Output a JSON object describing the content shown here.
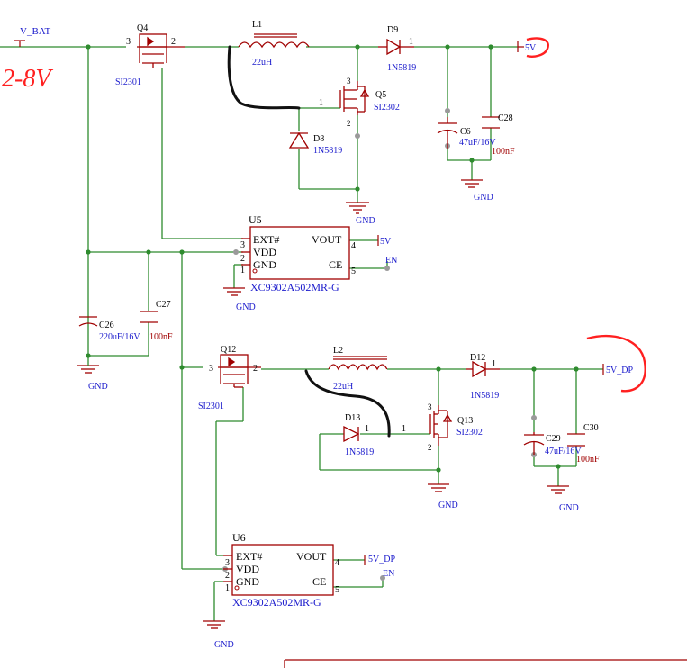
{
  "schematic": {
    "input": {
      "net_label": "V_BAT",
      "voltage_note": "2-8V"
    },
    "converter_top": {
      "pmos": {
        "ref": "Q4",
        "part": "SI2301",
        "pin_left": "3",
        "pin_right": "2"
      },
      "inductor": {
        "ref": "L1",
        "value": "22uH"
      },
      "diode_out": {
        "ref": "D9",
        "part": "1N5819",
        "pin": "1"
      },
      "nmos": {
        "ref": "Q5",
        "part": "SI2302",
        "pin_gate": "1",
        "pin_drain": "3",
        "pin_source": "2"
      },
      "diode_clamp": {
        "ref": "D8",
        "part": "1N5819"
      },
      "cap_bulk": {
        "ref": "C6",
        "value": "47uF/16V"
      },
      "cap_hf": {
        "ref": "C28",
        "value": "100nF"
      },
      "gnd_caps": "GND",
      "gnd_switch": "GND",
      "out_label": "5V",
      "ic": {
        "ref": "U5",
        "part": "XC9302A502MR-G",
        "pins": {
          "ext": "EXT#",
          "vdd": "VDD",
          "gnd": "GND",
          "vout": "VOUT",
          "ce": "CE"
        },
        "nums": {
          "ext": "3",
          "vdd": "2",
          "gnd": "1",
          "vout": "4",
          "ce": "5"
        },
        "vout_net": "5V",
        "ce_net": "EN"
      },
      "gnd_ic": "GND"
    },
    "input_caps": {
      "c26": {
        "ref": "C26",
        "value": "220uF/16V"
      },
      "c27": {
        "ref": "C27",
        "value": "100nF"
      },
      "gnd": "GND"
    },
    "converter_bottom": {
      "pmos": {
        "ref": "Q12",
        "part": "SI2301",
        "pin_left": "3",
        "pin_right": "2"
      },
      "inductor": {
        "ref": "L2",
        "value": "22uH"
      },
      "diode_out": {
        "ref": "D12",
        "part": "1N5819",
        "pin": "1"
      },
      "nmos": {
        "ref": "Q13",
        "part": "SI2302",
        "pin_gate": "1",
        "pin_drain": "3",
        "pin_source": "2"
      },
      "diode_clamp": {
        "ref": "D13",
        "part": "1N5819",
        "pin": "1"
      },
      "cap_bulk": {
        "ref": "C29",
        "value": "47uF/16V"
      },
      "cap_hf": {
        "ref": "C30",
        "value": "100nF"
      },
      "gnd_caps": "GND",
      "gnd_switch": "GND",
      "out_label": "5V_DP",
      "ic": {
        "ref": "U6",
        "part": "XC9302A502MR-G",
        "pins": {
          "ext": "EXT#",
          "vdd": "VDD",
          "gnd": "GND",
          "vout": "VOUT",
          "ce": "CE"
        },
        "nums": {
          "ext": "3",
          "vdd": "2",
          "gnd": "1",
          "vout": "4",
          "ce": "5"
        },
        "vout_net": "5V_DP",
        "ce_net": "EN"
      },
      "gnd_ic": "GND"
    },
    "colors": {
      "wire": "#2e8b2e",
      "component": "#a00000",
      "label": "#1a1acc",
      "annotation": "#ff2020",
      "pin_dot": "#9a9a9a",
      "background": "#ffffff"
    }
  }
}
